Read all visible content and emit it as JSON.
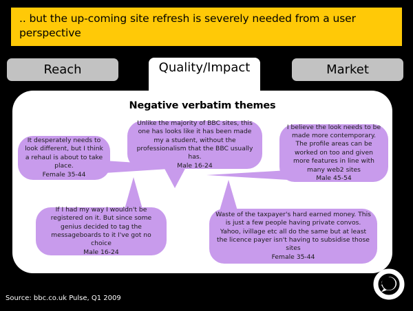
{
  "slide": {
    "title": ".. but the up-coming site refresh is severely needed from a user perspective",
    "banner_color": "#FFC907",
    "background_color": "#000000"
  },
  "tabs": [
    {
      "id": "reach",
      "label": "Reach",
      "active": false,
      "color": "#C2C2C2"
    },
    {
      "id": "quality",
      "label": "Quality/Impact",
      "active": true,
      "color": "#FFFFFF"
    },
    {
      "id": "market",
      "label": "Market",
      "active": false,
      "color": "#C2C2C2"
    }
  ],
  "panel": {
    "heading": "Negative verbatim themes",
    "bubble_color": "#C89BEC",
    "bubbles": [
      {
        "id": "left",
        "quote": "It desperately needs to look different, but I think a rehaul is about to take place.",
        "attribution": "Female 35-44"
      },
      {
        "id": "top",
        "quote": "Unlike the majority of BBC sites, this one has looks like it has been made my a student, without the professionalism that the BBC usually has.",
        "attribution": "Male 16-24"
      },
      {
        "id": "right",
        "quote": "I believe the look needs to be made more contemporary. The profile areas can be worked on too and given more features in line with many web2 sites",
        "attribution": "Male 45-54"
      },
      {
        "id": "bottomleft",
        "quote": "If I had my way I wouldn't be registered on it. But since some genius decided to tag the messageboards to it I've got no choice",
        "attribution": "Male 16-24"
      },
      {
        "id": "bottomright",
        "quote": "Waste of the taxpayer's hard earned money. This is just a few people having private convos. Yahoo, ivillage etc all do the same but at least the licence payer isn't having to subsidise those sites",
        "attribution": "Female 35-44"
      }
    ]
  },
  "footer": {
    "source": "Source: bbc.co.uk Pulse, Q1 2009",
    "logo": "speech-bubble-ring-logo"
  }
}
